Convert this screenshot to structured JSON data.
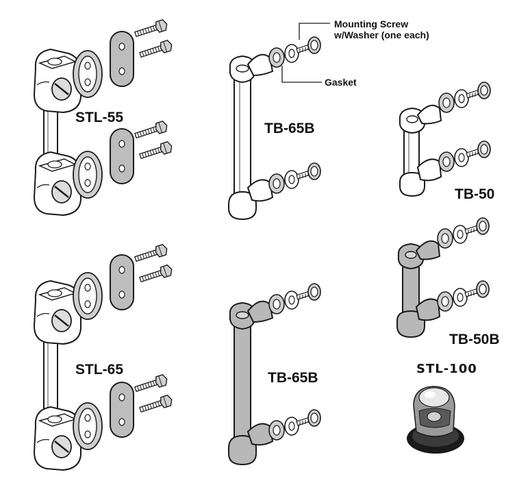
{
  "labels": {
    "stl55": "STL-55",
    "tb65b_top": "TB-65B",
    "tb50": "TB-50",
    "stl65": "STL-65",
    "tb65b_bottom": "TB-65B",
    "tb50b": "TB-50B",
    "stl100": "STL-100"
  },
  "callouts": {
    "mounting_screw_line1": "Mounting Screw",
    "mounting_screw_line2": "w/Washer (one each)",
    "gasket": "Gasket"
  },
  "colors": {
    "white_part": "#ffffff",
    "gray_part": "#b8b8b8",
    "plate": "#bdbdbd",
    "outline": "#1a1a1a"
  }
}
